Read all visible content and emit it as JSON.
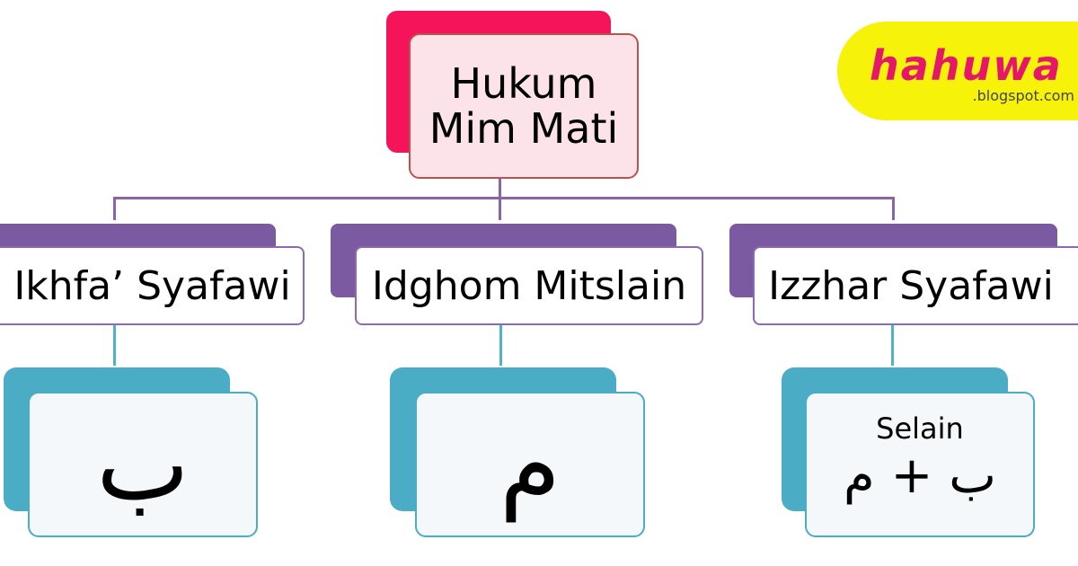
{
  "root": {
    "line1": "Hukum",
    "line2": "Mim Mati"
  },
  "categories": [
    {
      "label": "Ikhfa’ Syafawi"
    },
    {
      "label": "Idghom Mitslain"
    },
    {
      "label": "Izzhar Syafawi"
    }
  ],
  "letters": [
    {
      "glyph": "ب"
    },
    {
      "glyph": "م"
    },
    {
      "prefix": "Selain",
      "glyph": "ب + م"
    }
  ],
  "logo": {
    "name": "hahuwa",
    "domain": ".blogspot.com"
  },
  "colors": {
    "root_accent": "#f5145a",
    "category_accent": "#7b5aa2",
    "letter_accent": "#4bacc6",
    "logo_background": "#f7f20a",
    "logo_text": "#e6166b"
  }
}
